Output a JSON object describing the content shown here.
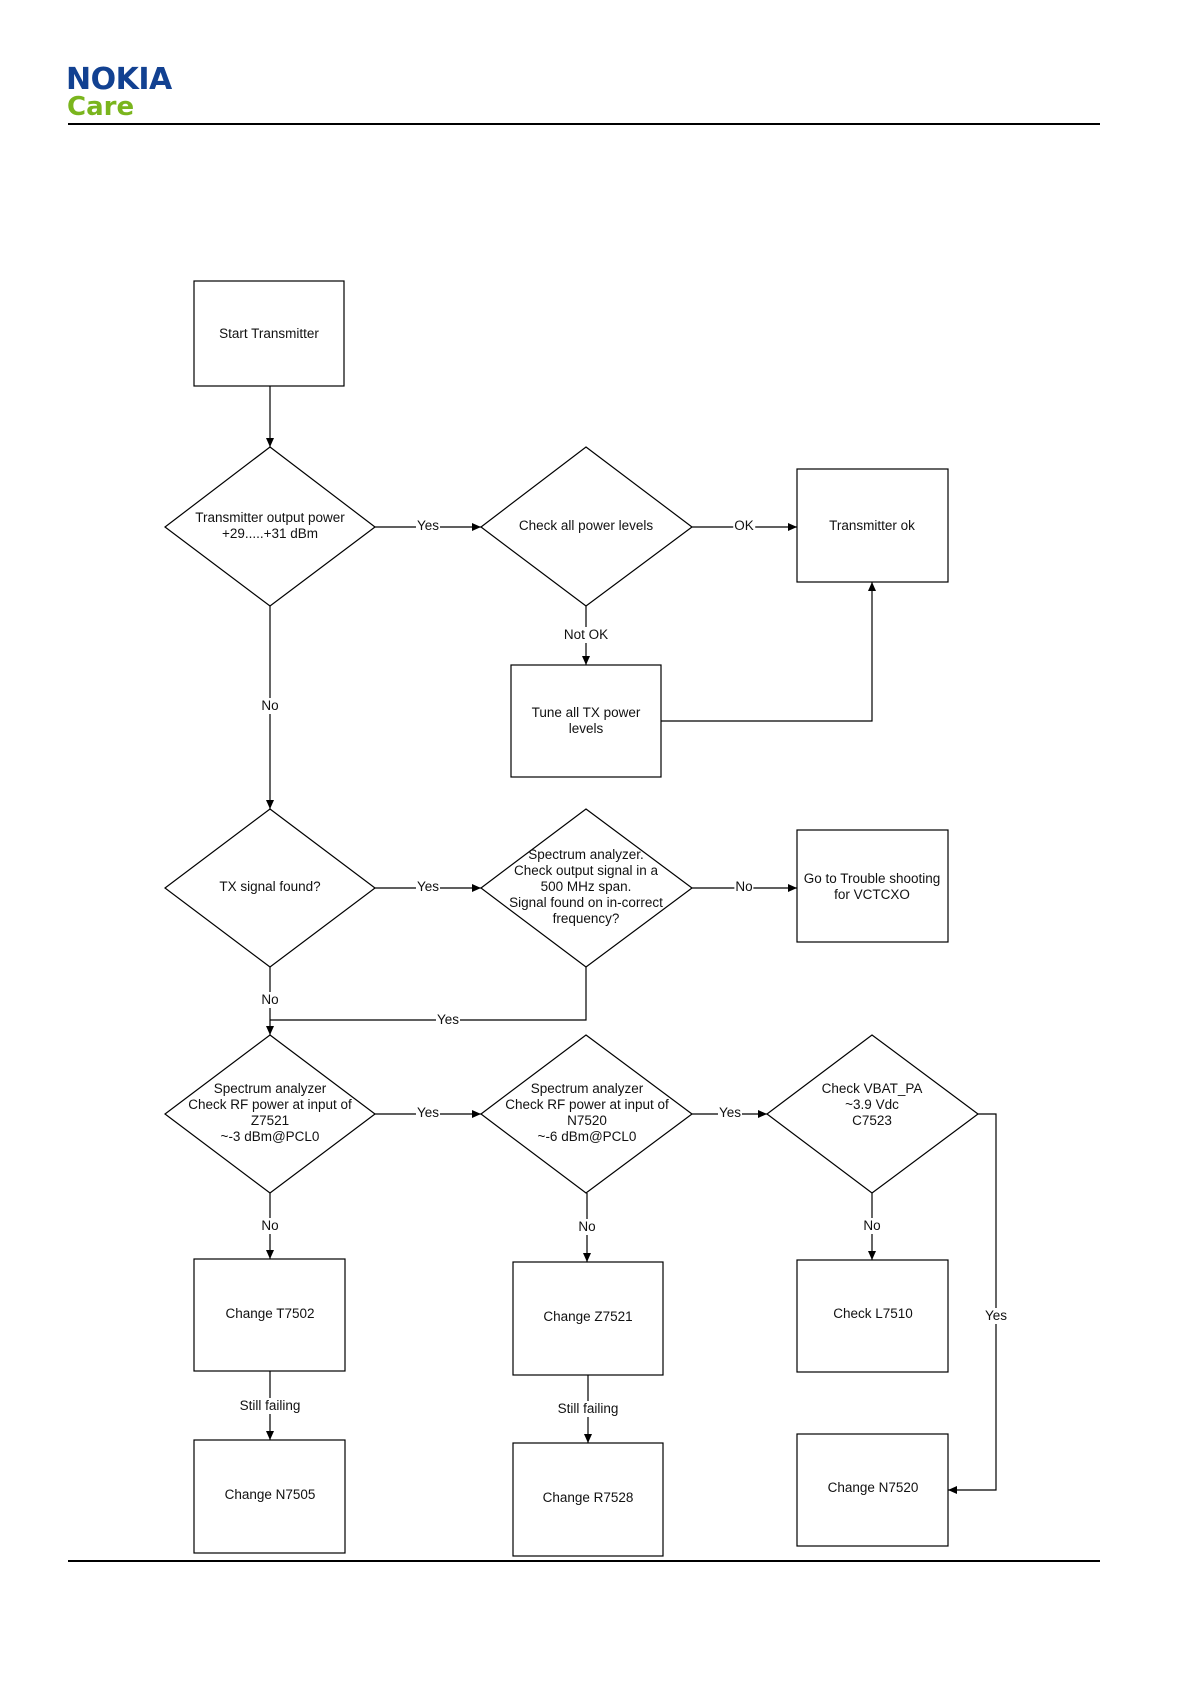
{
  "header": {
    "logo_nokia": "NOKIA",
    "logo_care": "Care"
  },
  "colors": {
    "nokia_blue": "#124191",
    "care_green": "#7ab51d",
    "line": "#000000"
  },
  "nodes": {
    "start": "Start Transmitter",
    "d_output_power": "Transmitter output power\n+29.....+31 dBm",
    "d_check_levels": "Check all power levels",
    "transmitter_ok": "Transmitter ok",
    "tune_levels": "Tune all TX power\nlevels",
    "d_signal_found": "TX signal found?",
    "d_spectrum_freq": "Spectrum analyzer.\nCheck output signal in a\n500 MHz span.\nSignal found on in-correct\nfrequency?",
    "vctcxo": "Go to Trouble shooting\nfor VCTCXO",
    "d_z7521": "Spectrum analyzer\nCheck RF power at input of\nZ7521\n~-3 dBm@PCL0",
    "d_n7520": "Spectrum analyzer\nCheck RF power at input of\nN7520\n~-6 dBm@PCL0",
    "d_vbat": "Check VBAT_PA\n~3.9 Vdc\nC7523",
    "change_t7502": "Change T7502",
    "change_n7505": "Change N7505",
    "change_z7521": "Change Z7521",
    "change_r7528": "Change R7528",
    "check_l7510": "Check L7510",
    "change_n7520": "Change N7520"
  },
  "edges": {
    "power_yes": "Yes",
    "levels_ok": "OK",
    "levels_not_ok": "Not OK",
    "power_no": "No",
    "signal_yes": "Yes",
    "freq_no": "No",
    "signal_no": "No",
    "freq_yes": "Yes",
    "z7521_yes": "Yes",
    "n7520_yes": "Yes",
    "z7521_no": "No",
    "n7520_no": "No",
    "vbat_no": "No",
    "vbat_yes": "Yes",
    "t7502_still": "Still failing",
    "z7521_still": "Still failing"
  }
}
